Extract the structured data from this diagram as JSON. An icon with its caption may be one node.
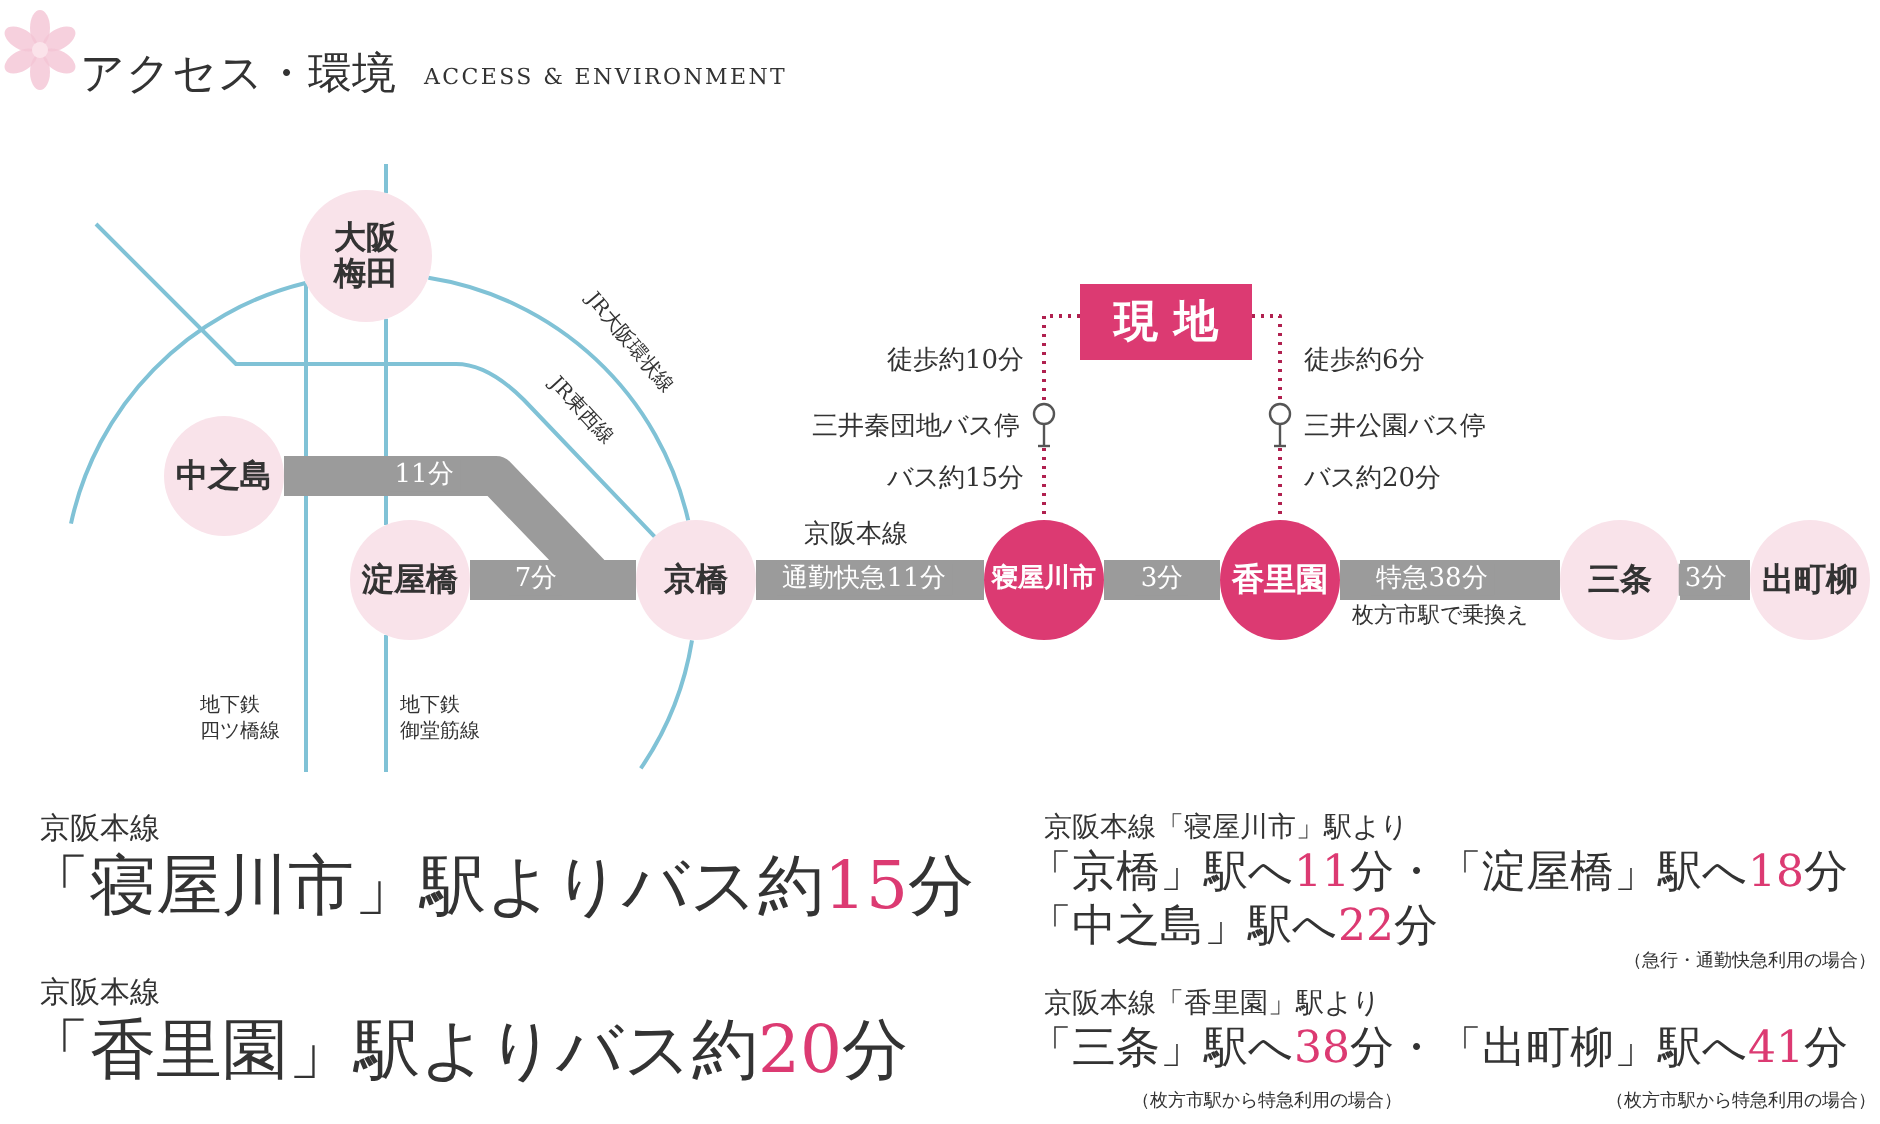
{
  "diagram": {
    "title": "アクセス・環境",
    "nodes": [
      {
        "text": [
          "大阪梅田"
        ]
      },
      {
        "text": [
          "中之島"
        ]
      },
      {
        "text": [
          "淀屋橋"
        ]
      },
      {
        "text": [
          "京橋"
        ]
      },
      {
        "text": [
          "寝屋川市"
        ]
      },
      {
        "text": [
          "香里園"
        ]
      },
      {
        "text": [
          "三条"
        ]
      },
      {
        "text": [
          "出町柳"
        ]
      },
      {
        "text": [
          "現地"
        ]
      },
      {
        "text": [
          "三井秦団地バス停"
        ]
      },
      {
        "text": [
          "三井公園バス停"
        ]
      }
    ],
    "edges": [
      {
        "from": 1,
        "to": 3,
        "arrow": "none",
        "label": "11分",
        "style": "thick"
      },
      {
        "from": 2,
        "to": 3,
        "arrow": "none",
        "label": "7分",
        "style": "thick"
      },
      {
        "from": 3,
        "to": 4,
        "arrow": "none",
        "label": "通勤快急11分",
        "style": "thick"
      },
      {
        "from": 4,
        "to": 5,
        "arrow": "none",
        "label": "3分",
        "style": "thick"
      },
      {
        "from": 5,
        "to": 6,
        "arrow": "none",
        "label": "特急38分",
        "style": "thick"
      },
      {
        "from": 6,
        "to": 7,
        "arrow": "none",
        "label": "3分",
        "style": "thick"
      },
      {
        "from": 8,
        "to": 9,
        "arrow": "none",
        "label": "徒歩約10分",
        "style": "dashed",
        "color": "#b0204f"
      },
      {
        "from": 9,
        "to": 4,
        "arrow": "none",
        "label": "バス約15分",
        "style": "dashed",
        "color": "#b0204f"
      },
      {
        "from": 8,
        "to": 10,
        "arrow": "none",
        "label": "徒歩約6分",
        "style": "dashed",
        "color": "#b0204f"
      },
      {
        "from": 10,
        "to": 5,
        "arrow": "none",
        "label": "バス約20分",
        "style": "dashed",
        "color": "#b0204f"
      },
      {
        "from": null,
        "to": 0,
        "arrow": "none",
        "color": "#80c2d6"
      },
      {
        "from": 0,
        "to": 3,
        "arrow": "none",
        "label": "JR大阪環状線",
        "color": "#80c2d6"
      },
      {
        "from": 3,
        "to": null,
        "arrow": "none",
        "color": "#80c2d6"
      },
      {
        "from": null,
        "to": 3,
        "arrow": "none",
        "label": "JR東西線",
        "color": "#80c2d6"
      },
      {
        "from": null,
        "to": 0,
        "arrow": "none",
        "color": "#80c2d6"
      },
      {
        "from": 0,
        "to": 2,
        "arrow": "none",
        "color": "#80c2d6"
      },
      {
        "from": 2,
        "to": null,
        "arrow": "none",
        "label": "地下鉄御堂筋線",
        "color": "#80c2d6"
      },
      {
        "from": 0,
        "to": null,
        "arrow": "none",
        "label": "地下鉄四ツ橋線",
        "color": "#80c2d6"
      }
    ],
    "labels": [
      "ACCESS & ENVIRONMENT",
      "京阪本線",
      "枚方市駅で乗換え",
      "京阪本線",
      "「寝屋川市」駅よりバス約15分",
      "京阪本線",
      "「香里園」駅よりバス約20分",
      "京阪本線「寝屋川市」駅より",
      "「京橋」駅へ11分・「淀屋橋」駅へ18分",
      "「中之島」駅へ22分",
      "（急行・通勤快急利用の場合）",
      "京阪本線「香里園」駅より",
      "「三条」駅へ38分・「出町柳」駅へ41分",
      "（枚方市駅から特急利用の場合）",
      "（枚方市駅から特急利用の場合）"
    ]
  }
}
